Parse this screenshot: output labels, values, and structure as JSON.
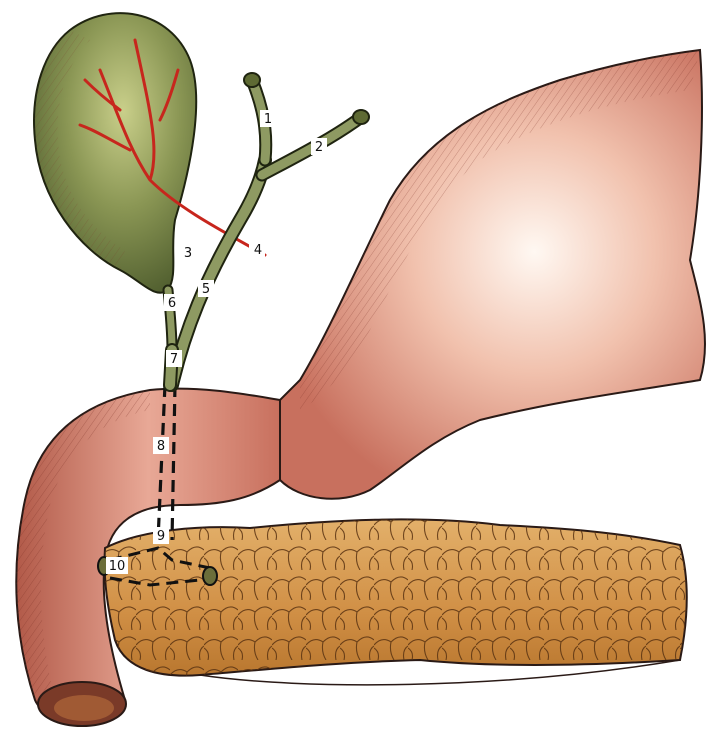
{
  "labels": {
    "l1": "1",
    "l2": "2",
    "l3": "3",
    "l4": "4",
    "l5": "5",
    "l6": "6",
    "l7": "7",
    "l8": "8",
    "l9": "9",
    "l10": "10"
  },
  "colors": {
    "background": "#ffffff",
    "gallbladder": "#6f7f45",
    "duct": "#8e9a62",
    "artery": "#c7261d",
    "stomach": "#d9877a",
    "duodenum": "#c8705e",
    "pancreas": "#d69a4a",
    "outline": "#1a1a1a"
  }
}
